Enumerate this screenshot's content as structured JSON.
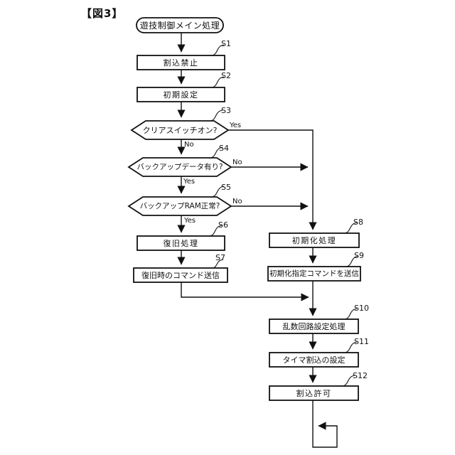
{
  "figure": {
    "label": "【図3】"
  },
  "nodes": {
    "start": {
      "label": "遊技制御メイン処理"
    },
    "s1": {
      "step": "S1",
      "label": "割込禁止"
    },
    "s2": {
      "step": "S2",
      "label": "初期設定"
    },
    "s3": {
      "step": "S3",
      "label": "クリアスイッチオン?",
      "branch_right": "Yes",
      "branch_down": "No"
    },
    "s4": {
      "step": "S4",
      "label": "バックアップデータ有り?",
      "branch_right": "No",
      "branch_down": "Yes"
    },
    "s5": {
      "step": "S5",
      "label": "バックアップRAM正常?",
      "branch_right": "No",
      "branch_down": "Yes"
    },
    "s6": {
      "step": "S6",
      "label": "復旧処理"
    },
    "s7": {
      "step": "S7",
      "label": "復旧時のコマンド送信"
    },
    "s8": {
      "step": "S8",
      "label": "初期化処理"
    },
    "s9": {
      "step": "S9",
      "label": "初期化指定コマンドを送信"
    },
    "s10": {
      "step": "S10",
      "label": "乱数回路設定処理"
    },
    "s11": {
      "step": "S11",
      "label": "タイマ割込の設定"
    },
    "s12": {
      "step": "S12",
      "label": "割込許可"
    }
  },
  "colors": {
    "line": "#111111",
    "fill": "#ffffff",
    "background": "#ffffff"
  }
}
